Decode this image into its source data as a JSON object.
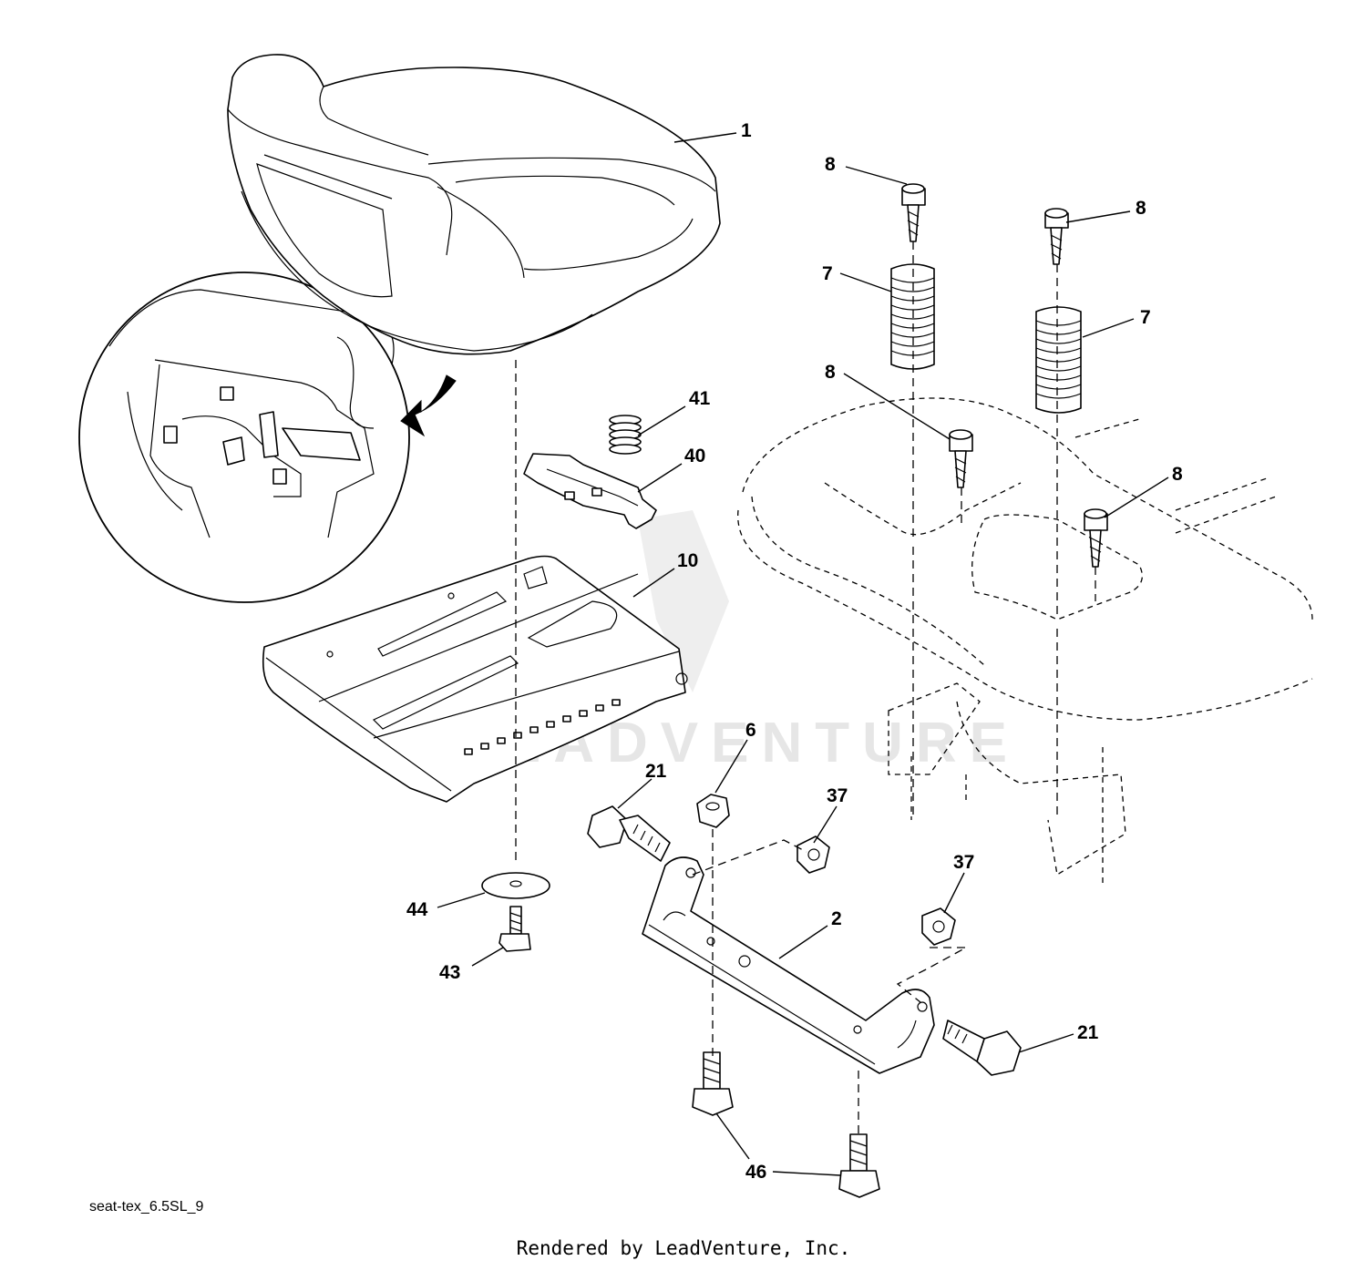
{
  "diagram": {
    "code": "seat-tex_6.5SL_9",
    "footer": "Rendered by LeadVenture, Inc.",
    "watermark": "LEADVENTURE",
    "callouts": {
      "seat": "1",
      "seat_bracket": "2",
      "hex_nut": "6",
      "spring_left": "7",
      "spring_right": "7",
      "bolt_8_top_left": "8",
      "bolt_8_top_right": "8",
      "bolt_8_mid_left": "8",
      "bolt_8_mid_right": "8",
      "seat_pan": "10",
      "bolt_21_left": "21",
      "bolt_21_right": "21",
      "nut_37_upper": "37",
      "nut_37_lower": "37",
      "clip_40": "40",
      "spring_41": "41",
      "screw_43": "43",
      "washer_44": "44",
      "bolt_46": "46"
    }
  }
}
